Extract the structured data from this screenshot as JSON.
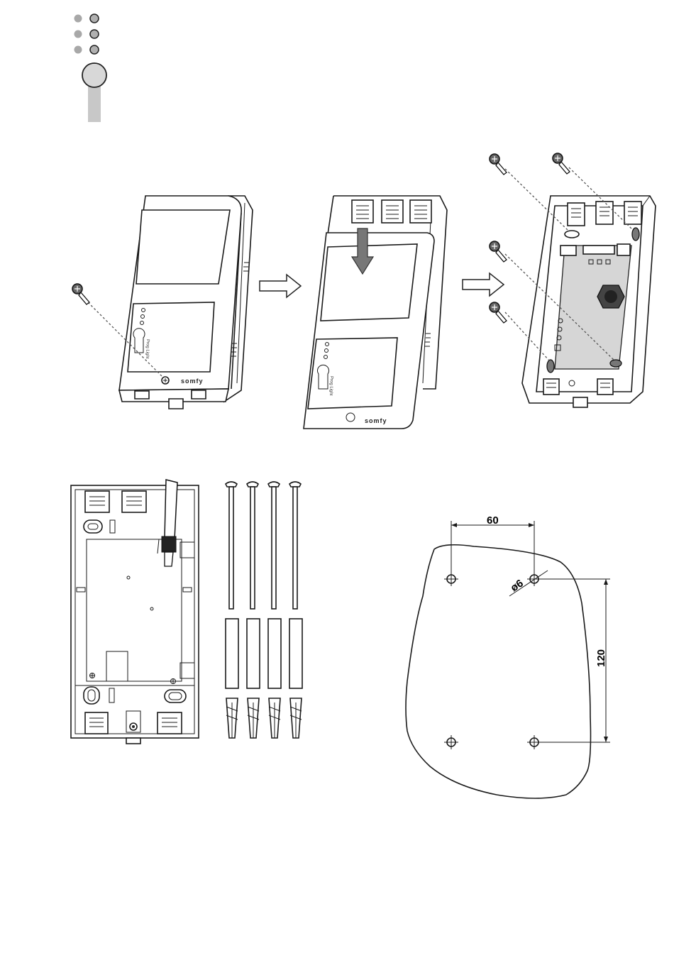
{
  "device": {
    "brand": "somfy",
    "button_label": "Prog Light"
  },
  "colors": {
    "ink": "#1a1a1a",
    "side_tab": "#c8c8c8",
    "led_grey": "#a0a0a0",
    "circuit_board": "#d6d6d6"
  },
  "icons": {
    "header": "led-bar-tab-icon",
    "screw": "screw-icon",
    "arrow": "right-arrow-icon"
  },
  "drilling_template": {
    "horizontal_spacing": "60",
    "hole_diameter": "ø6",
    "vertical_spacing": "120"
  }
}
